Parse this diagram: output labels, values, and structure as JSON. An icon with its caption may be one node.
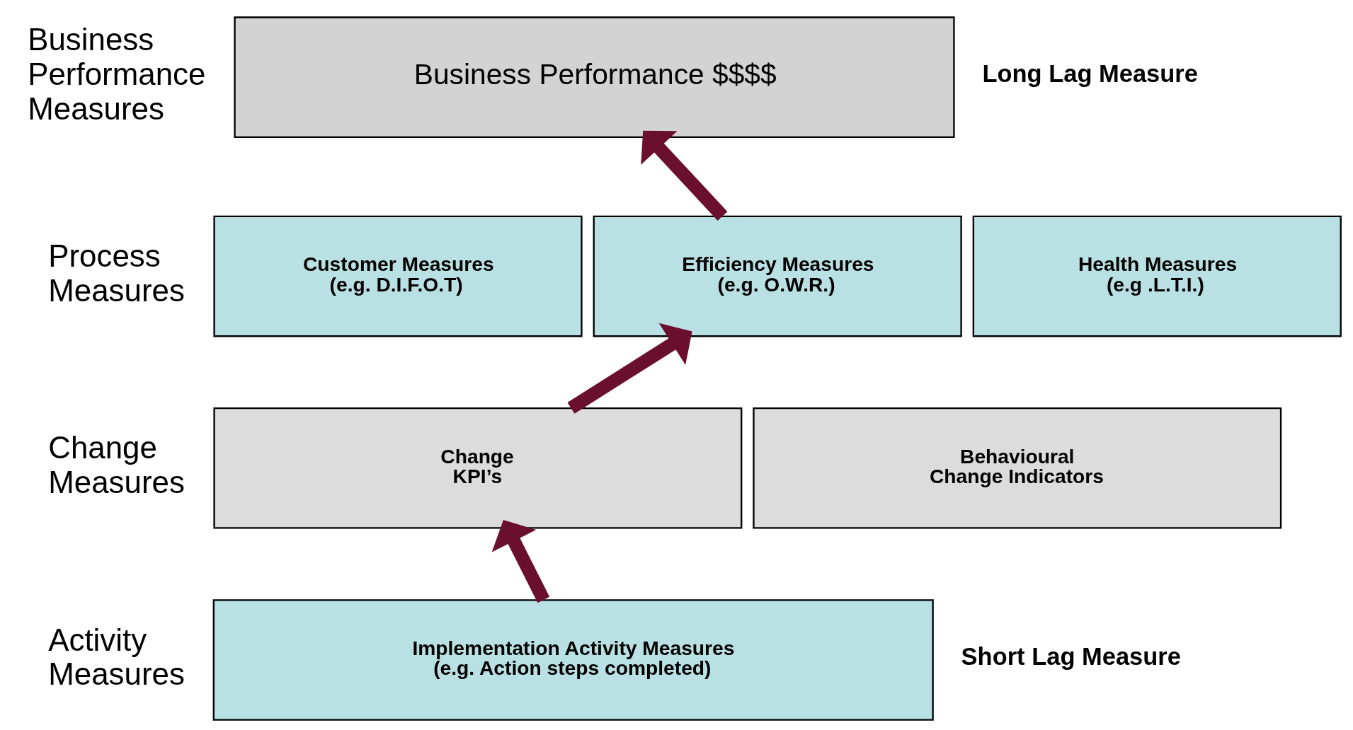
{
  "diagram": {
    "nodes": [
      {
        "text": [
          "Business Performance $$$$"
        ]
      },
      {
        "text": [
          "Customer Measures",
          "(e.g. D.I.F.O.T)"
        ]
      },
      {
        "text": [
          "Efficiency Measures",
          "(e.g. O.W.R.)"
        ]
      },
      {
        "text": [
          "Health Measures",
          "(e.g .L.T.I.)"
        ]
      },
      {
        "text": [
          "Change",
          "KPI’s"
        ]
      },
      {
        "text": [
          "Behavioural",
          "Change Indicators"
        ]
      },
      {
        "text": [
          "Implementation Activity Measures",
          "(e.g. Action steps completed)"
        ]
      }
    ],
    "edges": [
      {
        "from": 2,
        "to": 0,
        "arrow": "to"
      },
      {
        "from": 4,
        "to": 2,
        "arrow": "to"
      },
      {
        "from": 6,
        "to": 4,
        "arrow": "to"
      }
    ],
    "labels": [
      "Business Performance Measures",
      "Long Lag Measure",
      "Process Measures",
      "Change Measures",
      "Activity Measures",
      "Short Lag Measure"
    ]
  }
}
